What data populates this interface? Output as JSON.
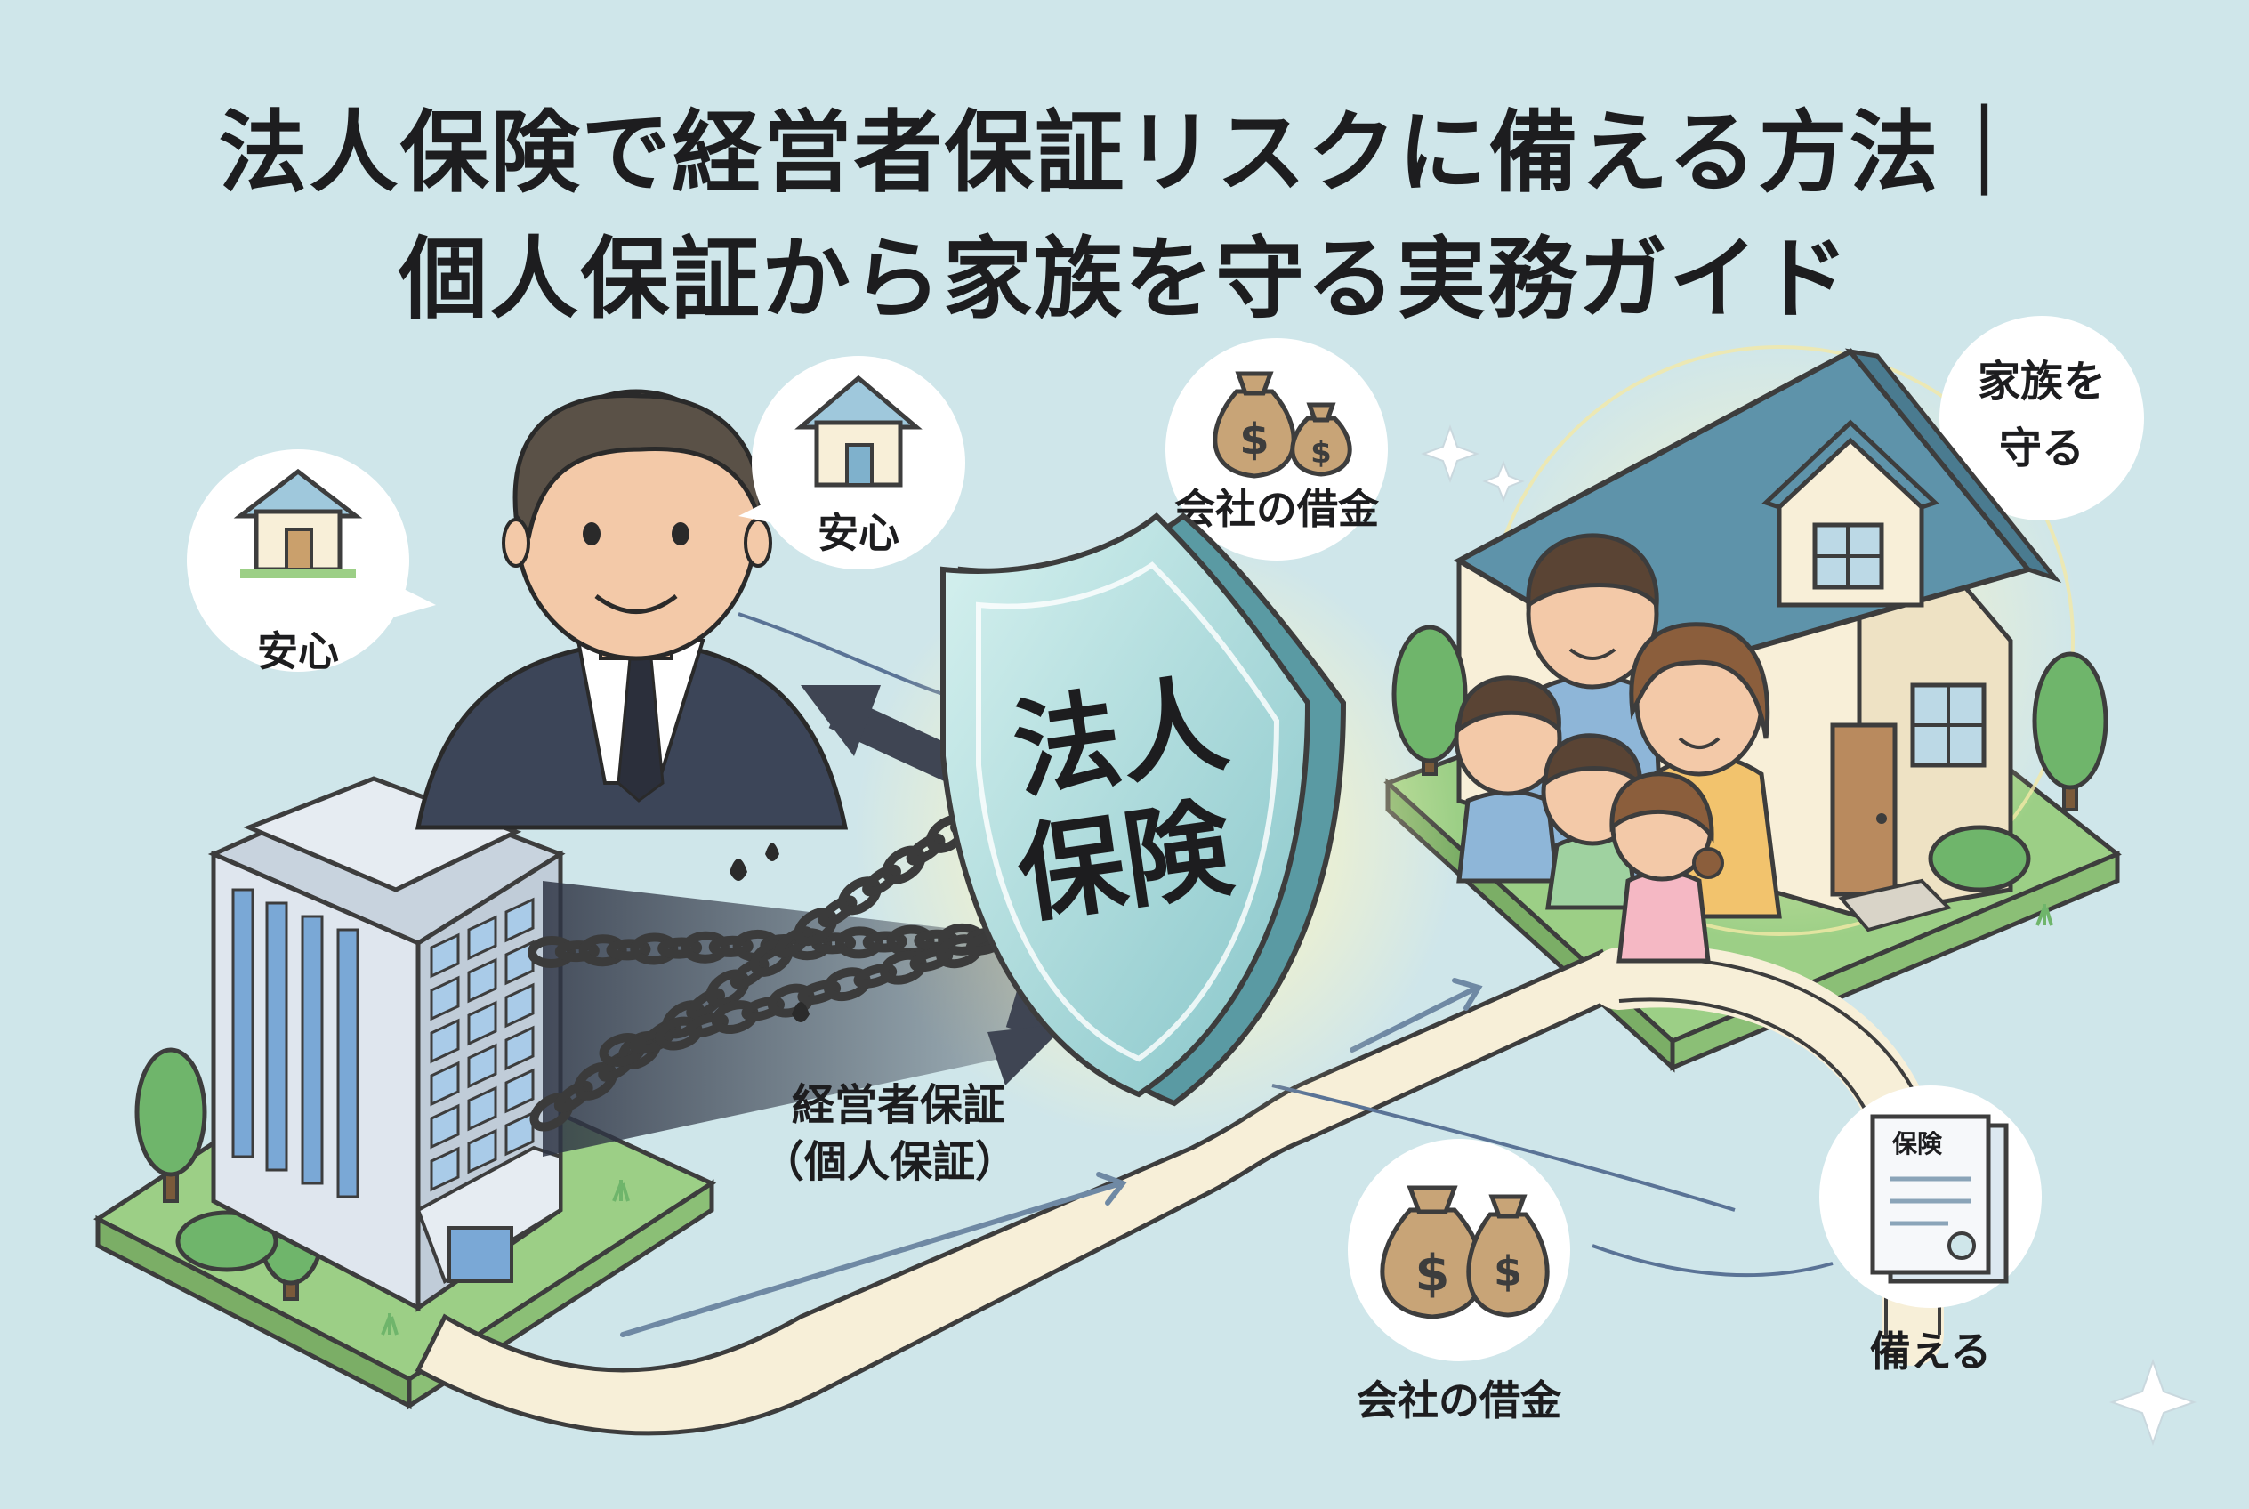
{
  "title": {
    "line1": "法人保険で経営者保証リスクに備える方法｜",
    "line2": "個人保証から家族を守る実務ガイド"
  },
  "labels": {
    "anshin_left": "安心",
    "anshin_top": "安心",
    "debt_top": "会社の借金",
    "protect_family_1": "家族を",
    "protect_family_2": "守る",
    "shield_1": "法人",
    "shield_2": "保険",
    "guarantee_1": "経営者保証",
    "guarantee_2": "（個人保証）",
    "debt_bottom": "会社の借金",
    "document_tag": "保険",
    "prepare": "備える"
  },
  "colors": {
    "background": "#cfe6ea",
    "grass": "#9ccf86",
    "path": "#f7efd8",
    "shield": "#a9dcd9",
    "roof": "#5e93aa",
    "building": "#dfe6ee",
    "suit": "#3c4558"
  },
  "icons": [
    "house-icon",
    "money-bag-icon",
    "document-icon",
    "sparkle-icon",
    "chain-icon",
    "shield-icon"
  ]
}
